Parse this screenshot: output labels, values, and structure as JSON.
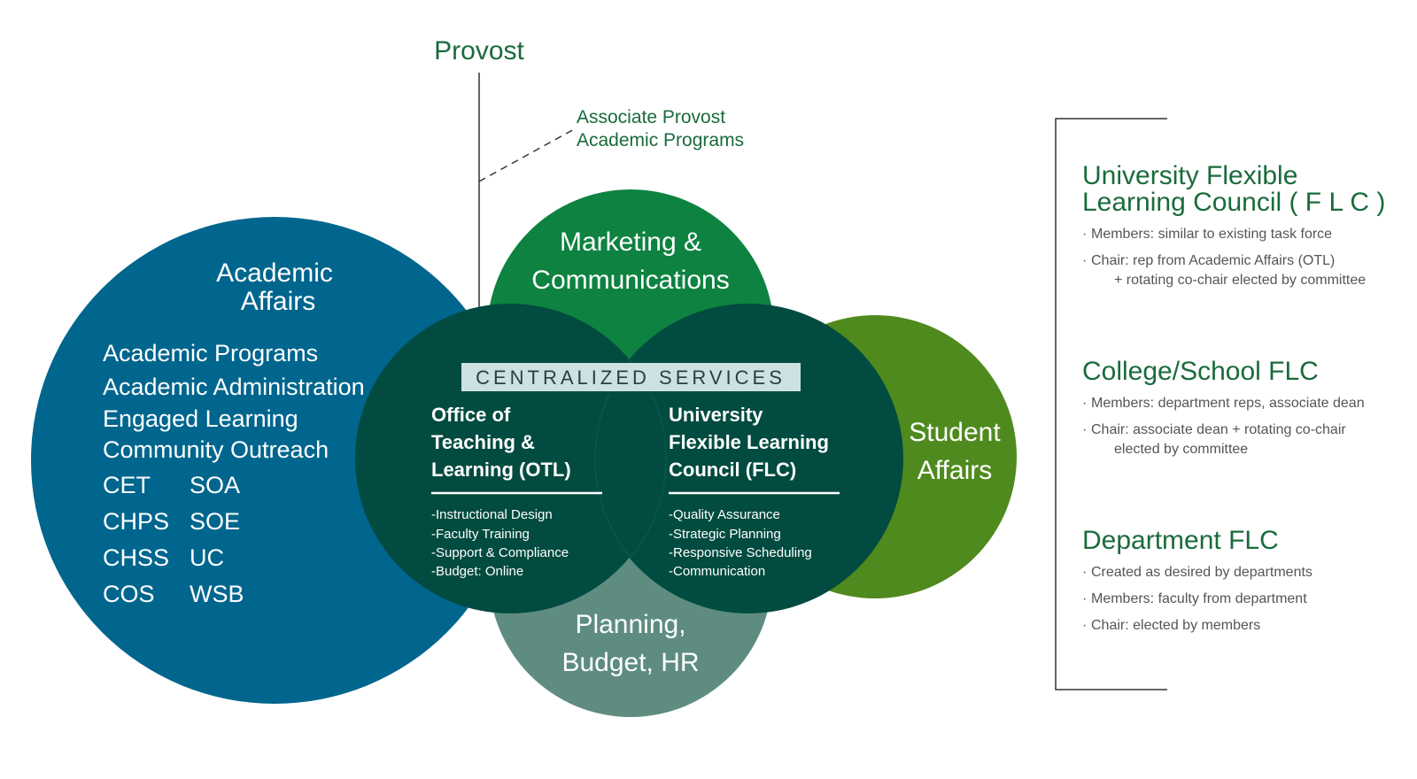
{
  "colors": {
    "academic_affairs": "#00668e",
    "marketing": "#0e8240",
    "planning": "#5e8c80",
    "student_affairs": "#4f8a1e",
    "centralized": "#024b40",
    "label_green": "#1a6b3c",
    "banner": "#cde1e2"
  },
  "provost": "Provost",
  "associate_provost": [
    "Associate Provost",
    "Academic Programs"
  ],
  "academic_affairs": {
    "title": [
      "Academic",
      "Affairs"
    ],
    "items": [
      "Academic Programs",
      "Academic Administration",
      "Engaged Learning",
      "Community Outreach"
    ],
    "units_left": [
      "CET",
      "CHPS",
      "CHSS",
      "COS"
    ],
    "units_right": [
      "SOA",
      "SOE",
      "UC",
      "WSB"
    ]
  },
  "marketing": [
    "Marketing &",
    "Communications"
  ],
  "planning": [
    "Planning,",
    "Budget, HR"
  ],
  "student_affairs": [
    "Student",
    "Affairs"
  ],
  "centralized": {
    "banner": "CENTRALIZED SERVICES",
    "otl_title": [
      "Office of",
      "Teaching &",
      "Learning (OTL)"
    ],
    "otl_items": [
      "-Instructional Design",
      "-Faculty Training",
      "-Support & Compliance",
      "-Budget: Online"
    ],
    "flc_title": [
      "University",
      "Flexible Learning",
      "Council (FLC)"
    ],
    "flc_items": [
      "-Quality Assurance",
      "-Strategic Planning",
      "-Responsive Scheduling",
      "-Communication"
    ]
  },
  "side_panel": {
    "university_title": [
      "University Flexible",
      "Learning Council ( F L C )"
    ],
    "university_members": "Members: similar to existing task force",
    "university_chair": "Chair: rep from Academic Affairs (OTL)",
    "university_chair_cont": "+ rotating co-chair elected by committee",
    "college_title": "College/School FLC",
    "college_members": "Members: department reps, associate dean",
    "college_chair": "Chair: associate dean + rotating co-chair",
    "college_chair_cont": "elected by committee",
    "department_title": "Department FLC",
    "department_created": "Created as desired by departments",
    "department_members": "Members: faculty from department",
    "department_chair": "Chair: elected by members"
  }
}
